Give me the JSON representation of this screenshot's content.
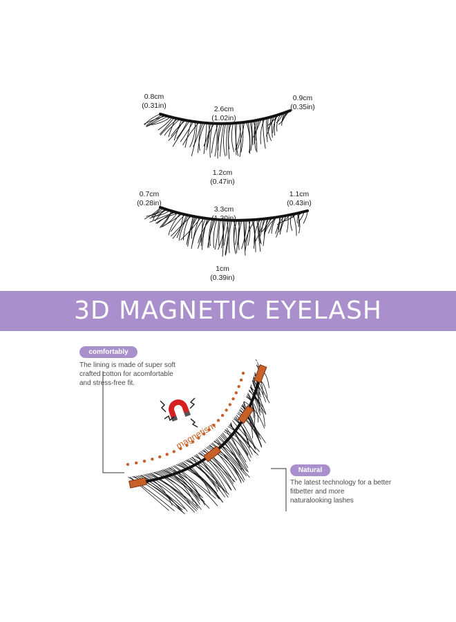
{
  "top_lash": {
    "left_width": {
      "cm": "0.8cm",
      "in": "(0.31in)"
    },
    "length": {
      "cm": "2.6cm",
      "in": "(1.02in)"
    },
    "right_width": {
      "cm": "0.9cm",
      "in": "(0.35in)"
    },
    "height": {
      "cm": "1.2cm",
      "in": "(0.47in)"
    }
  },
  "bottom_lash": {
    "left_width": {
      "cm": "0.7cm",
      "in": "(0.28in)"
    },
    "length": {
      "cm": "3.3cm",
      "in": "(1.30in)"
    },
    "right_width": {
      "cm": "1.1cm",
      "in": "(0.43in)"
    },
    "height": {
      "cm": "1cm",
      "in": "(0.39in)"
    }
  },
  "banner": {
    "title": "3D MAGNETIC EYELASH",
    "color": "#a990cc"
  },
  "features": {
    "comfortably": {
      "label": "comfortably",
      "lines": [
        "The lining is made of super soft",
        "crafted cotton for acomfortable",
        "and stress-free fit."
      ]
    },
    "natural": {
      "label": "Natural",
      "lines": [
        "The latest technology for a better",
        "fitbetter and more",
        "naturalooking lashes"
      ]
    },
    "magnetism_label": "magnetism"
  },
  "icons": [
    "magnet-icon",
    "spark-icon"
  ],
  "colors": {
    "accent": "#a990cc",
    "magnet_orange": "#c8602a",
    "lash": "#111111"
  }
}
